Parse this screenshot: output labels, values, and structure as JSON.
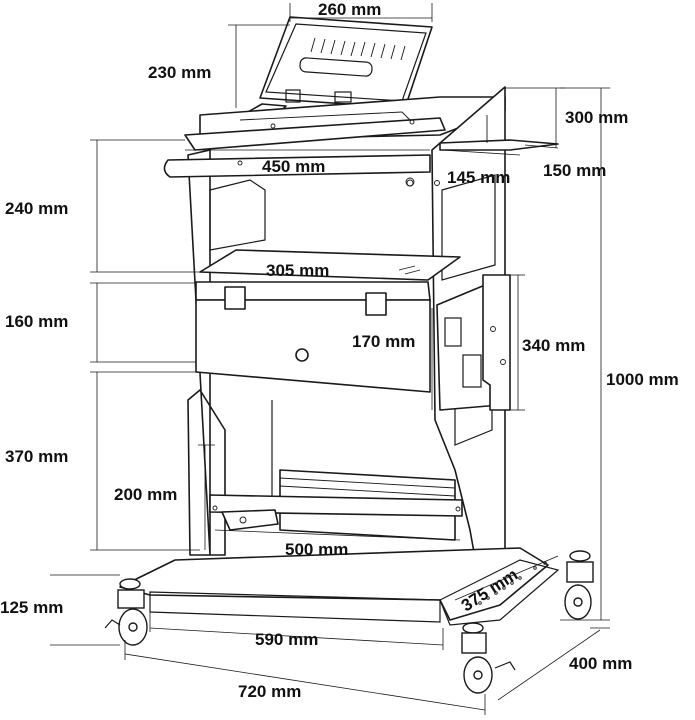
{
  "diagram": {
    "labels": {
      "laptop_width": "260 mm",
      "laptop_depth": "230 mm",
      "side_tray_height": "300 mm",
      "top_shelf_width": "450 mm",
      "side_tray_width": "145 mm",
      "side_tray_depth": "150 mm",
      "upper_section_height": "240 mm",
      "drawer_width": "305 mm",
      "drawer_height": "160 mm",
      "drawer_depth": "170 mm",
      "side_rail_height": "340 mm",
      "total_height": "1000 mm",
      "lower_section_height": "370 mm",
      "lower_bar_height": "200 mm",
      "lower_bar_width": "500 mm",
      "base_depth": "375 mm",
      "wheel_height": "125 mm",
      "base_inner_width": "590 mm",
      "base_depth_total": "400 mm",
      "base_total_width": "720 mm"
    },
    "colors": {
      "line": "#1a1a1a",
      "background": "#ffffff"
    }
  }
}
